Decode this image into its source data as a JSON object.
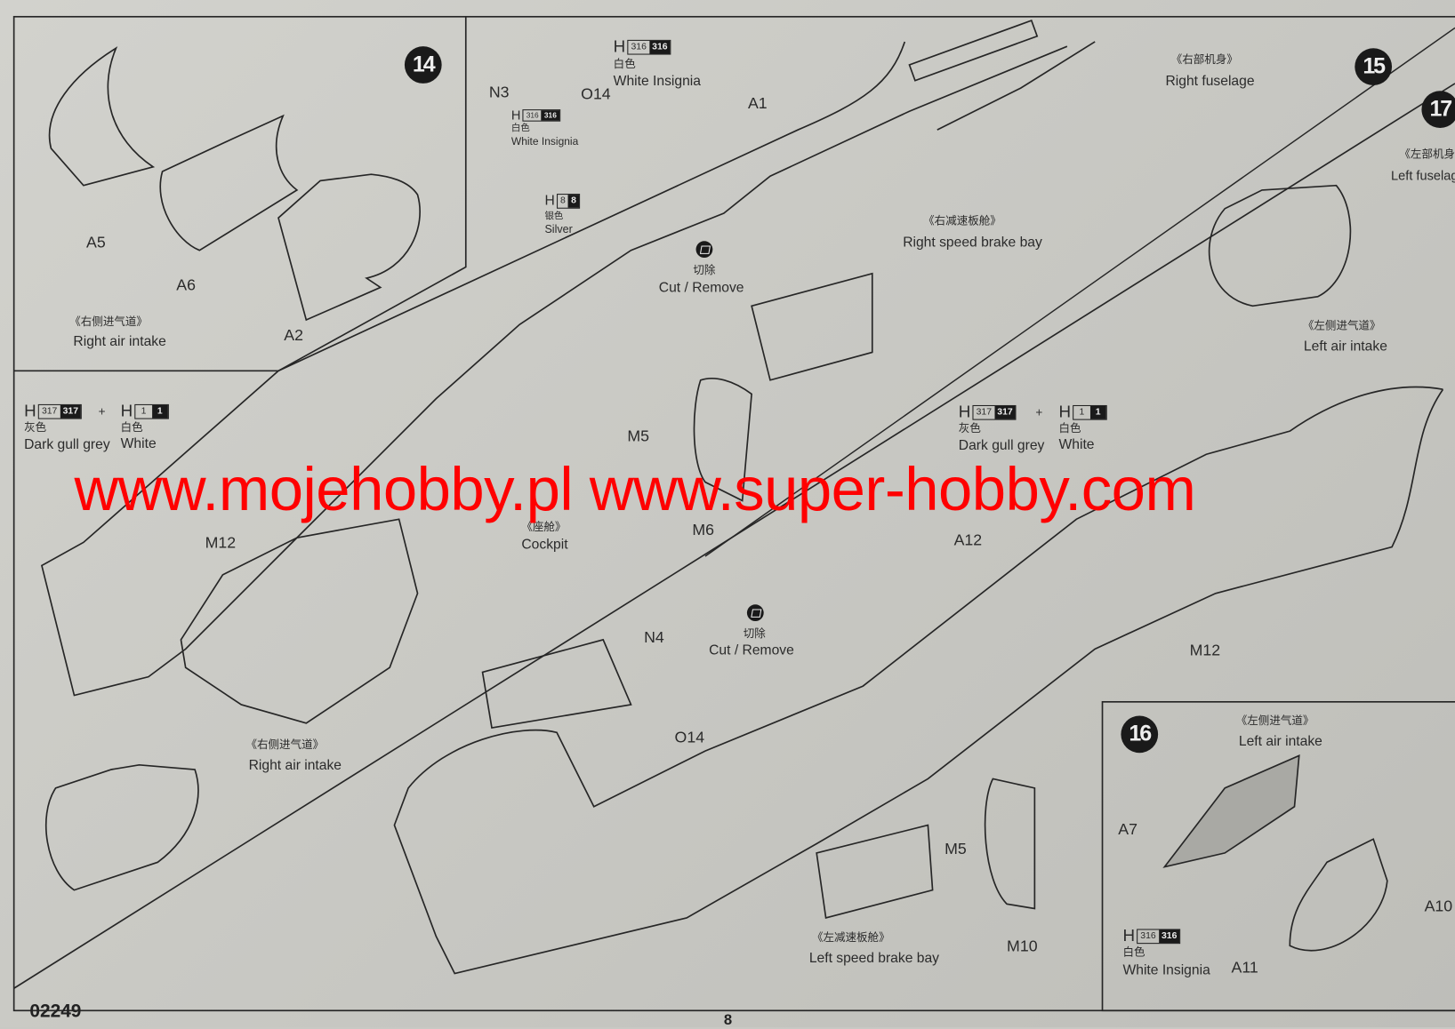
{
  "page": {
    "code": "02249",
    "number": "8"
  },
  "steps": {
    "s14": "14",
    "s15": "15",
    "s16": "16",
    "s17": "17"
  },
  "paints": {
    "h316": {
      "letter": "H",
      "code": "316",
      "cn": "白色",
      "name": "White Insignia"
    },
    "h8": {
      "letter": "H",
      "code": "8",
      "cn": "银色",
      "name": "Silver"
    },
    "h317": {
      "letter": "H",
      "code": "317",
      "cn": "灰色",
      "name": "Dark gull grey"
    },
    "h1": {
      "letter": "H",
      "code": "1",
      "cn": "白色",
      "name": "White"
    },
    "plus": "+"
  },
  "captions": {
    "right_air_intake": {
      "cn": "《右侧进气道》",
      "en": "Right air intake"
    },
    "left_air_intake": {
      "cn": "《左侧进气道》",
      "en": "Left air intake"
    },
    "right_fuselage": {
      "cn": "《右部机身》",
      "en": "Right fuselage"
    },
    "left_fuselage": {
      "cn": "《左部机身",
      "en": "Left fuselag"
    },
    "right_speed_brake_bay": {
      "cn": "《右减速板舱》",
      "en": "Right speed brake bay"
    },
    "left_speed_brake_bay": {
      "cn": "《左减速板舱》",
      "en": "Left speed brake bay"
    },
    "cockpit": {
      "cn": "《座舱》",
      "en": "Cockpit"
    },
    "cut_remove": {
      "cn": "切除",
      "en": "Cut / Remove"
    }
  },
  "parts": {
    "A1": "A1",
    "A2": "A2",
    "A5": "A5",
    "A6": "A6",
    "A7": "A7",
    "A10": "A10",
    "A11": "A11",
    "A12": "A12",
    "M5": "M5",
    "M6": "M6",
    "M10": "M10",
    "M12": "M12",
    "N3": "N3",
    "N4": "N4",
    "O14": "O14"
  },
  "watermark": "www.mojehobby.pl www.super-hobby.com",
  "colors": {
    "ink": "#2b2b2b",
    "paper": "#cdcdc8",
    "watermark": "#ff0000"
  }
}
